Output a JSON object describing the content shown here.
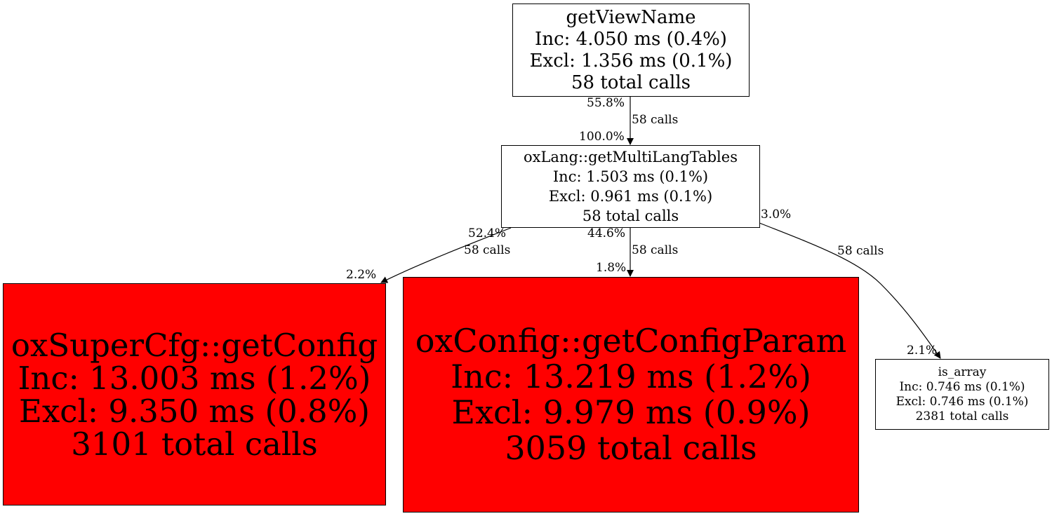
{
  "colors": {
    "hot_fill": "#ff0000",
    "normal_fill": "#ffffff",
    "stroke": "#000000"
  },
  "nodes": {
    "getViewName": {
      "name": "getViewName",
      "inc": "Inc: 4.050 ms (0.4%)",
      "excl": "Excl: 1.356 ms (0.1%)",
      "calls": "58 total calls"
    },
    "getMultiLangTables": {
      "name": "oxLang::getMultiLangTables",
      "inc": "Inc: 1.503 ms (0.1%)",
      "excl": "Excl: 0.961 ms (0.1%)",
      "calls": "58 total calls"
    },
    "getConfig": {
      "name": "oxSuperCfg::getConfig",
      "inc": "Inc: 13.003 ms (1.2%)",
      "excl": "Excl: 9.350 ms (0.8%)",
      "calls": "3101 total calls"
    },
    "getConfigParam": {
      "name": "oxConfig::getConfigParam",
      "inc": "Inc: 13.219 ms (1.2%)",
      "excl": "Excl: 9.979 ms (0.9%)",
      "calls": "3059 total calls"
    },
    "is_array": {
      "name": "is_array",
      "inc": "Inc: 0.746 ms (0.1%)",
      "excl": "Excl: 0.746 ms (0.1%)",
      "calls": "2381 total calls"
    }
  },
  "edges": {
    "view_to_lang": {
      "tail_pct": "55.8%",
      "calls": "58 calls",
      "head_pct": "100.0%"
    },
    "lang_to_getconfig": {
      "tail_pct": "52.4%",
      "calls": "58 calls",
      "head_pct": "2.2%"
    },
    "lang_to_getconfigparam": {
      "tail_pct": "44.6%",
      "calls": "58 calls",
      "head_pct": "1.8%"
    },
    "lang_to_isarray": {
      "tail_pct": "3.0%",
      "calls": "58 calls",
      "head_pct": "2.1%"
    }
  }
}
